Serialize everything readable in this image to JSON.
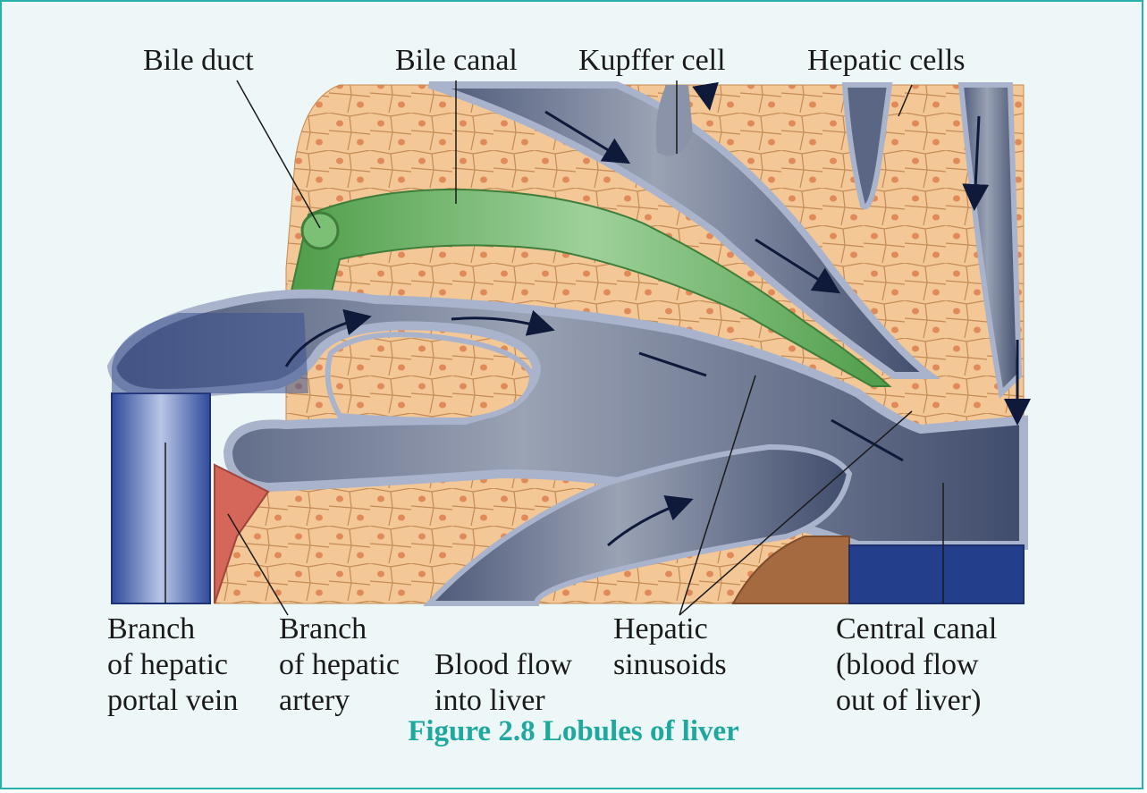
{
  "diagram": {
    "top_labels": {
      "bile_duct": "Bile duct",
      "bile_canal": "Bile canal",
      "kupffer_cell": "Kupffer cell",
      "hepatic_cells": "Hepatic cells"
    },
    "bottom_labels": {
      "portal_vein": [
        "Branch",
        "of hepatic",
        "portal vein"
      ],
      "hepatic_artery": [
        "Branch",
        "of hepatic",
        "artery"
      ],
      "blood_flow": [
        "Blood flow",
        "into liver"
      ],
      "sinusoids": [
        "Hepatic",
        "sinusoids"
      ],
      "central_canal": [
        "Central canal",
        "(blood flow",
        "out of liver)"
      ]
    },
    "caption": "Figure 2.8 Lobules of liver"
  },
  "colors": {
    "frame_border": "#27b1a8",
    "background": "#eef7f7",
    "caption": "#1fa89d",
    "hepatic_tissue": "#f3c796",
    "cell_outline": "#c48b55",
    "cell_nucleus": "#e08a5a",
    "vessel_dark": "#4c5878",
    "vessel_light": "#a9b4cc",
    "portal_vein": "#2f4a9a",
    "artery": "#d4665a",
    "bile": "#55a84f",
    "central_canal": "#233f8c"
  }
}
